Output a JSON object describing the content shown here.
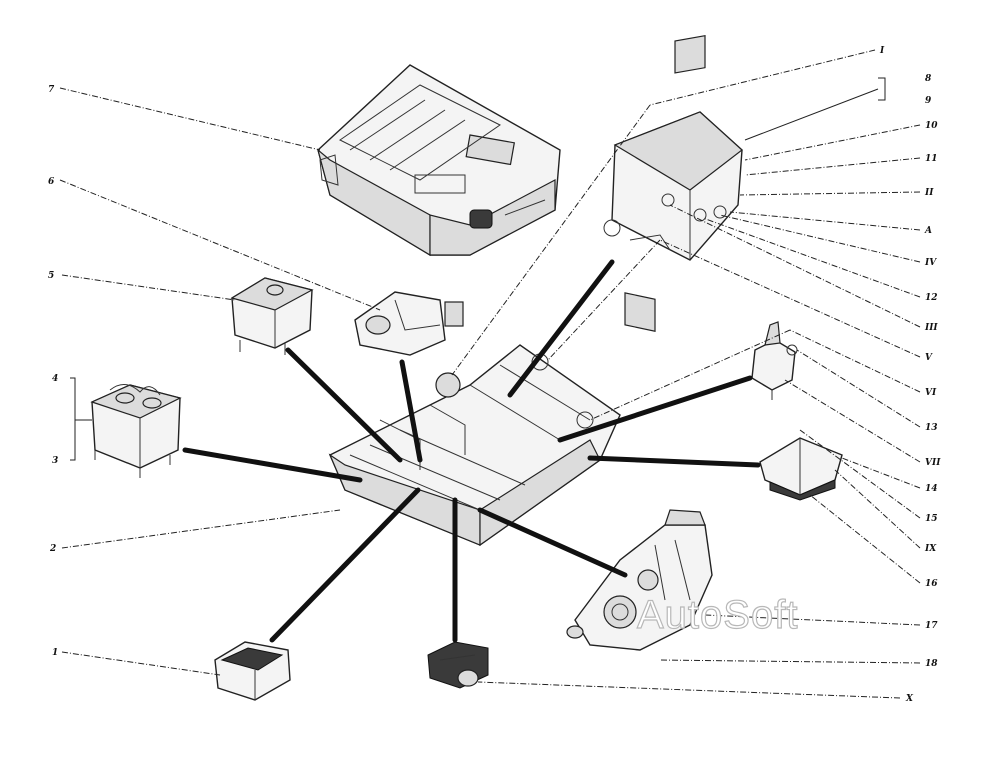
{
  "callouts": {
    "c1": "1",
    "c2": "2",
    "c3": "3",
    "c4": "4",
    "c5": "5",
    "c6": "6",
    "c7": "7",
    "cI": "I",
    "c8": "8",
    "c9": "9",
    "c10": "10",
    "c11": "11",
    "cII": "II",
    "cA": "A",
    "cIV": "IV",
    "c12": "12",
    "cIII": "III",
    "cV": "V",
    "cVI": "VI",
    "c13": "13",
    "cVII": "VII",
    "c14": "14",
    "c15": "15",
    "cIX": "IX",
    "c16": "16",
    "c17": "17",
    "c18": "18",
    "cX": "X"
  },
  "watermark": "AutoSoft"
}
